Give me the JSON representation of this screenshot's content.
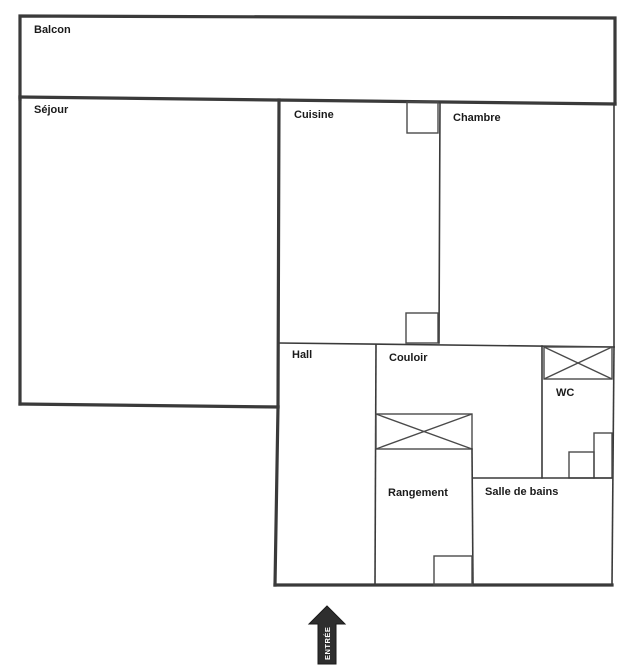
{
  "rooms": {
    "balcon": "Balcon",
    "sejour": "Séjour",
    "cuisine": "Cuisine",
    "chambre": "Chambre",
    "hall": "Hall",
    "couloir": "Couloir",
    "wc": "WC",
    "rangement": "Rangement",
    "salle_de_bains": "Salle de bains"
  },
  "entrance": {
    "label": "ENTRÉE",
    "icon": "arrow-up-icon"
  }
}
